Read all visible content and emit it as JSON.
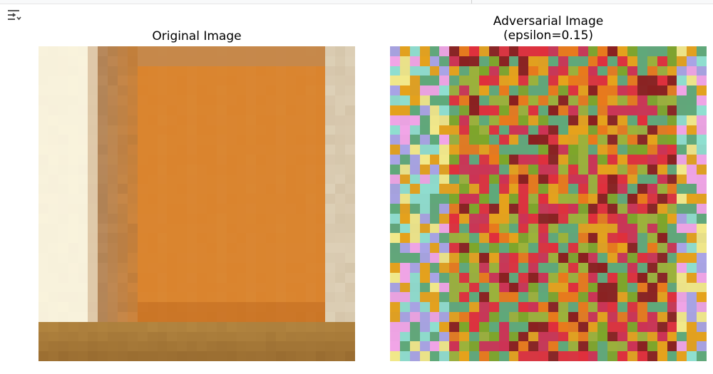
{
  "figure": {
    "left_title": "Original Image",
    "right_title_line1": "Adversarial Image",
    "right_title_line2": "(epsilon=0.15)"
  },
  "toolbar": {
    "output_toggle_icon": "expand-output-icon"
  },
  "colors": {
    "original_wall": "#f3ecd8",
    "original_door": "#d9822a",
    "original_frame": "#b98a5c",
    "original_floor": "#b28540",
    "adversarial_palette": [
      "#e02f3c",
      "#e6a21b",
      "#7ea629",
      "#8fdfd0",
      "#f2a5e8",
      "#8a1f1f",
      "#5fa97a",
      "#f2e98a",
      "#a9a4e6",
      "#cc3355",
      "#e87a1c",
      "#9cb23a"
    ]
  }
}
